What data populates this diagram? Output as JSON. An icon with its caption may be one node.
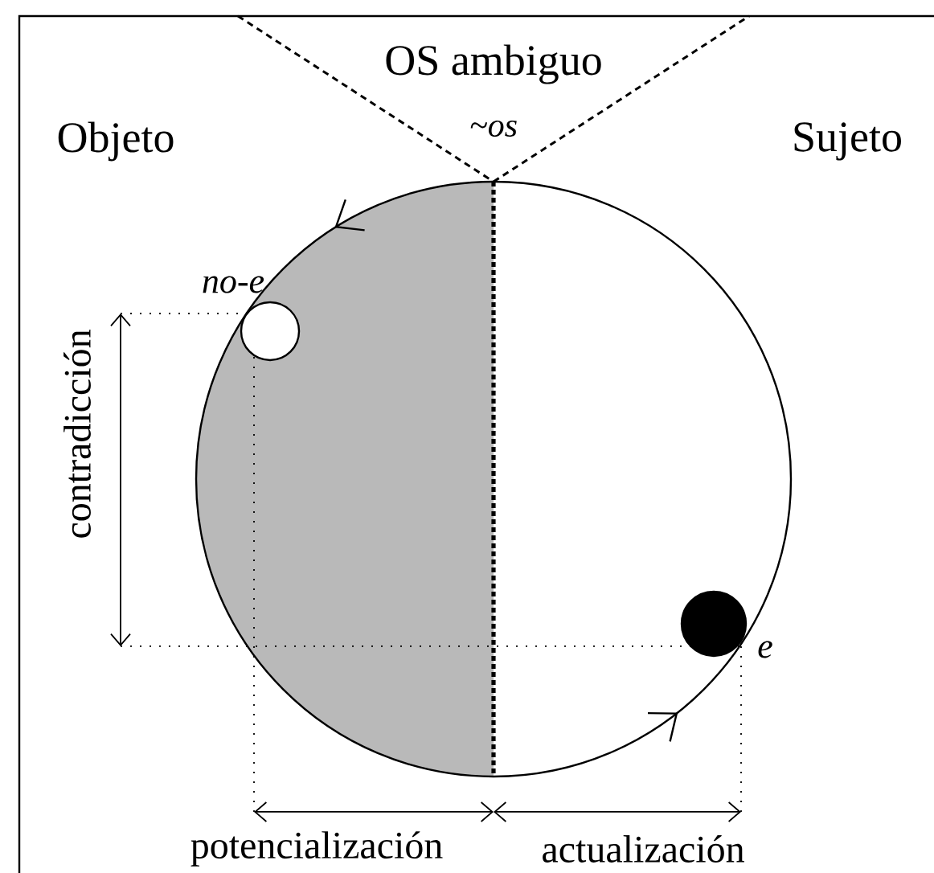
{
  "diagram": {
    "nodes": [
      {
        "text": [],
        "shape": "circle",
        "beside": [
          "no-e"
        ]
      },
      {
        "text": [],
        "shape": "circle",
        "beside": [
          "e"
        ]
      }
    ],
    "labels": [
      "OS ambiguo",
      "~os",
      "Objeto",
      "Sujeto",
      "contradicción",
      "potencialización",
      "actualización"
    ]
  }
}
